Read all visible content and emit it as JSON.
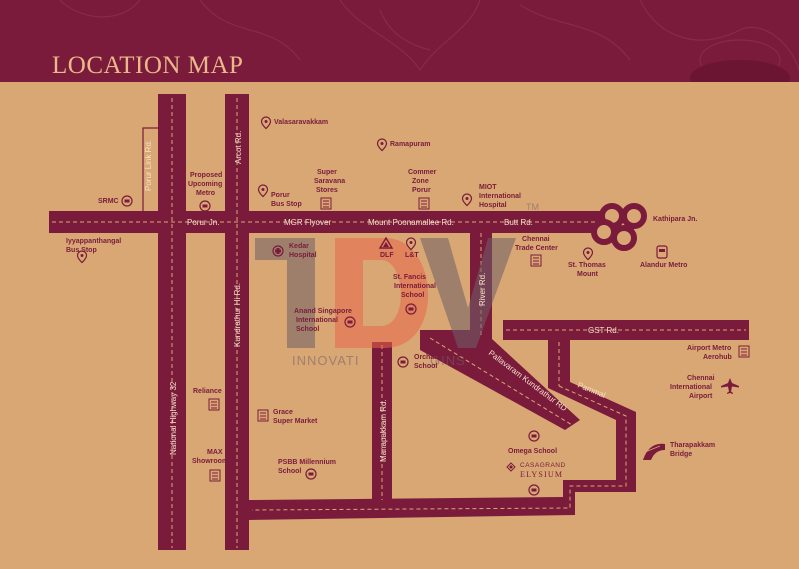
{
  "header": {
    "title": "LOCATION MAP"
  },
  "colors": {
    "road": "#7a1b3c",
    "background": "#d9a774",
    "header": "#7a1b3c",
    "title": "#e9b98a"
  },
  "roads": {
    "porur_link": "Porur Link Rd.",
    "arcot": "Arcot Rd.",
    "porur_jn": "Porur Jn.",
    "mgr_flyover": "MGR Flyover",
    "mount_poonamallee": "Mount Poonamallee Rd.",
    "butt": "Butt Rd.",
    "national_highway": "National Highway 32",
    "kundrathur_hi": "Kundrathur Hi Rd.",
    "river": "River Rd.",
    "gst": "GST Rd.",
    "pallavaram": "Pallavaram Kundrathur RD",
    "pammal": "Pammal",
    "manapakkam": "Manapakkam Rd."
  },
  "places": {
    "valasaravakkam": "Valasaravakkam",
    "ramapuram": "Ramapuram",
    "proposed_metro": [
      "Proposed",
      "Upcoming",
      "Metro"
    ],
    "porur_bus_stop": [
      "Porur",
      "Bus Stop"
    ],
    "super_saravana": [
      "Super",
      "Saravana",
      "Stores"
    ],
    "commerzone": [
      "Commer",
      "Zone",
      "Porur"
    ],
    "miot": [
      "MIOT",
      "International",
      "Hospital"
    ],
    "srmc": "SRMC",
    "iyyappanthangal": [
      "Iyyappanthangal",
      "Bus Stop"
    ],
    "kedar": [
      "Kedar",
      "Hospital"
    ],
    "dlf": "DLF",
    "lt": "L&T",
    "chennai_trade": [
      "Chennai",
      "Trade Center"
    ],
    "st_thomas": [
      "St. Thomas",
      "Mount"
    ],
    "alandur_metro": "Alandur Metro",
    "kathipara": "Kathipara Jn.",
    "st_fancis": [
      "St. Fancis",
      "International",
      "School"
    ],
    "anand_singapore": [
      "Anand Singapore",
      "International",
      "School"
    ],
    "orchard": [
      "Orchard",
      "School"
    ],
    "airport_metro": [
      "Airport Metro",
      "Aerohub"
    ],
    "chennai_airport": [
      "Chennai",
      "International",
      "Airport"
    ],
    "reliance": "Reliance",
    "grace": [
      "Grace",
      "Super Market"
    ],
    "max": [
      "MAX",
      "Showroom"
    ],
    "psbb": [
      "PSBB Millennium",
      "School"
    ],
    "omega": "Omega School",
    "tharapakkam": [
      "Tharapakkam",
      "Bridge"
    ],
    "casagrand": [
      "CASAGRAND",
      "ELYSIUM"
    ]
  },
  "watermark": {
    "text": "INNOVATI",
    "text2": "GINS",
    "tm": "TM"
  },
  "icons": {
    "pin": "location-pin-icon",
    "building": "building-icon",
    "metro": "metro-train-icon",
    "airport": "airplane-icon",
    "bridge": "bridge-icon",
    "triangle": "dlf-logo-icon",
    "cross": "hospital-cross-icon",
    "school": "school-pin-icon"
  }
}
